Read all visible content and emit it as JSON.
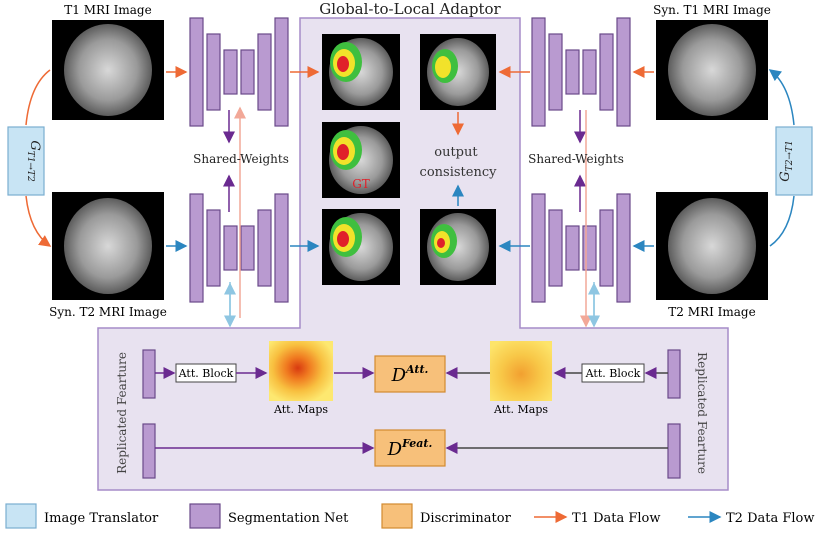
{
  "title": "Global-to-Local Adaptor",
  "images": {
    "t1": "T1 MRI Image",
    "syn_t2": "Syn. T2 MRI Image",
    "syn_t1": "Syn. T1 MRI Image",
    "t2": "T2 MRI Image"
  },
  "shared_weights_left": "Shared-Weights",
  "shared_weights_right": "Shared-Weights",
  "gt_label": "GT",
  "output_consistency": [
    "output",
    "consistency"
  ],
  "translator_left": {
    "main": "G",
    "sub": "T1→T2"
  },
  "translator_right": {
    "main": "G",
    "sub": "T2→T1"
  },
  "replicated_feature": "Replicated Fearture",
  "att_block": "Att. Block",
  "att_maps": "Att. Maps",
  "disc_att": {
    "main": "D",
    "sup": "Att."
  },
  "disc_feat": {
    "main": "D",
    "sup": "Feat."
  },
  "legend": [
    {
      "label": "Image Translator",
      "kind": "translator"
    },
    {
      "label": "Segmentation Net",
      "kind": "segnet"
    },
    {
      "label": "Discriminator",
      "kind": "discriminator"
    },
    {
      "label": "T1 Data Flow",
      "kind": "t1flow"
    },
    {
      "label": "T2 Data Flow",
      "kind": "t2flow"
    }
  ],
  "colors": {
    "translator_fill": "#c8e4f4",
    "translator_stroke": "#7aaed0",
    "segnet_fill": "#b99ad0",
    "segnet_stroke": "#6a4a8a",
    "disc_fill": "#f7c07a",
    "disc_stroke": "#d38a30",
    "adaptor_fill": "#e8e2f0",
    "adaptor_stroke": "#a68cc8",
    "t1_flow": "#ee6a35",
    "t2_flow": "#2b86c0",
    "shared": "#6a2a90",
    "pink": "#f2a898",
    "lightblue": "#8ec6e2"
  }
}
